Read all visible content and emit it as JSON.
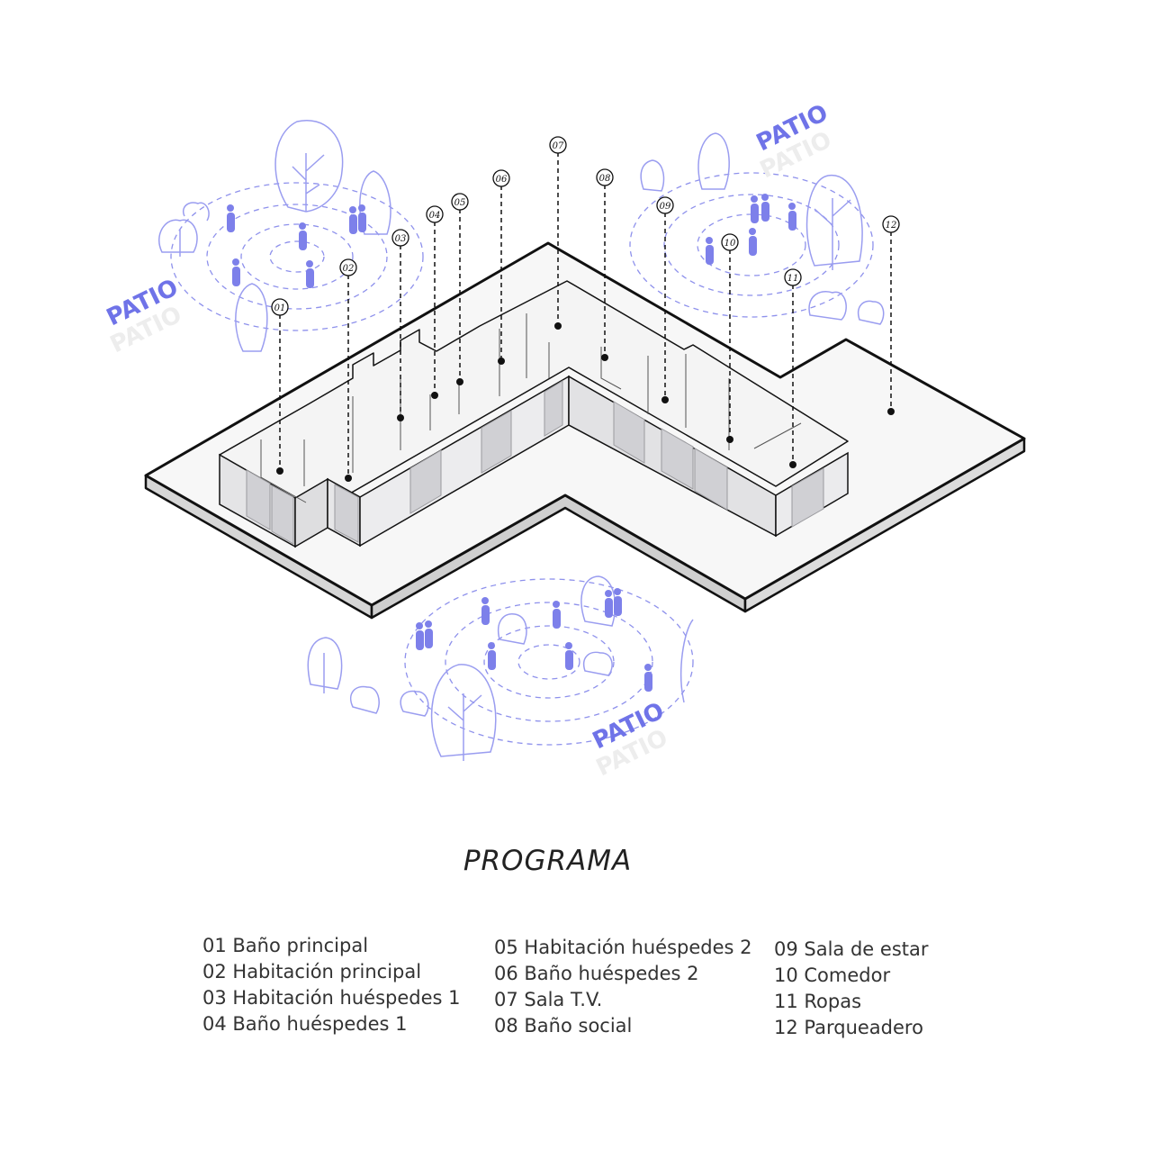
{
  "patio_label": "PATIO",
  "colors": {
    "accent": "#6f73e8",
    "accent_light": "#b4b6f2",
    "outline": "#111111",
    "wall": "#e9e9ea",
    "floor": "#f7f7f7"
  },
  "markers": [
    {
      "id": "01"
    },
    {
      "id": "02"
    },
    {
      "id": "03"
    },
    {
      "id": "04"
    },
    {
      "id": "05"
    },
    {
      "id": "06"
    },
    {
      "id": "07"
    },
    {
      "id": "08"
    },
    {
      "id": "09"
    },
    {
      "id": "10"
    },
    {
      "id": "11"
    },
    {
      "id": "12"
    }
  ],
  "legend": {
    "title": "PROGRAMA",
    "columns": [
      [
        "01 Baño principal",
        "02 Habitación principal",
        "03 Habitación huéspedes 1",
        "04 Baño huéspedes 1"
      ],
      [
        "05 Habitación huéspedes 2",
        "06 Baño huéspedes 2",
        "07 Sala T.V.",
        "08 Baño social"
      ],
      [
        "09 Sala de estar",
        "10 Comedor",
        "11 Ropas",
        "12 Parqueadero"
      ]
    ]
  }
}
